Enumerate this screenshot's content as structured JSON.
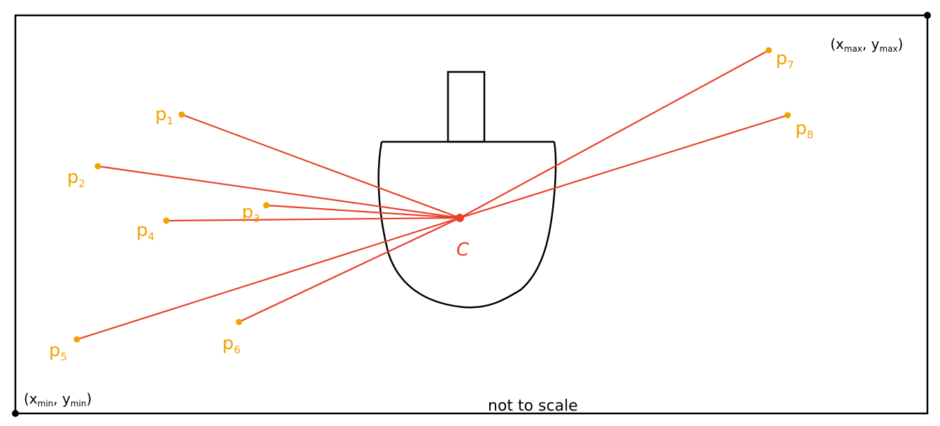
{
  "colors": {
    "line": "#e8402a",
    "point": "#f5a000",
    "center": "#e8402a",
    "outline": "#000000",
    "background": "#ffffff"
  },
  "center_label": "C",
  "points": [
    {
      "id": "p1",
      "letter": "p",
      "sub": "1"
    },
    {
      "id": "p2",
      "letter": "p",
      "sub": "2"
    },
    {
      "id": "p3",
      "letter": "p",
      "sub": "3"
    },
    {
      "id": "p4",
      "letter": "p",
      "sub": "4"
    },
    {
      "id": "p5",
      "letter": "p",
      "sub": "5"
    },
    {
      "id": "p6",
      "letter": "p",
      "sub": "6"
    },
    {
      "id": "p7",
      "letter": "p",
      "sub": "7"
    },
    {
      "id": "p8",
      "letter": "p",
      "sub": "8"
    }
  ],
  "corners": {
    "min": {
      "open": "(x",
      "sub1": "min",
      "mid": ", y",
      "sub2": "min",
      "close": ")"
    },
    "max": {
      "open": "(x",
      "sub1": "max",
      "mid": ", y",
      "sub2": "max",
      "close": ")"
    }
  },
  "note": "not to scale"
}
